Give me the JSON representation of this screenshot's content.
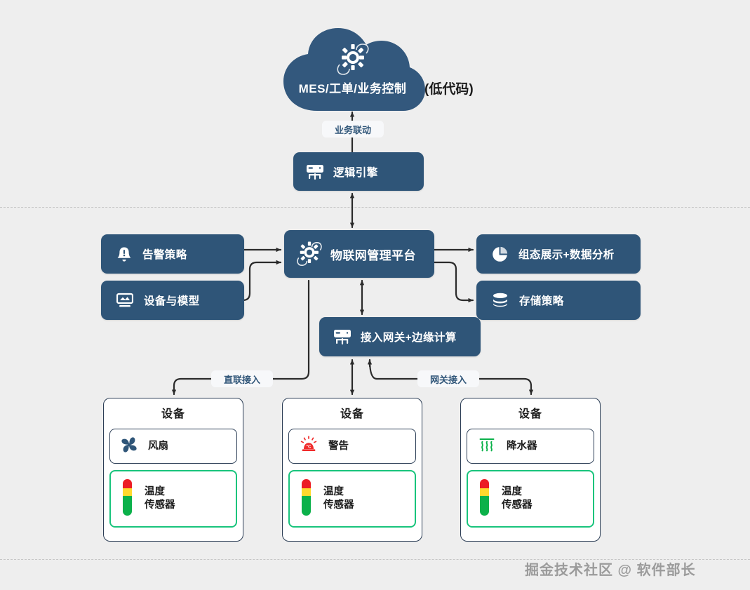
{
  "cloud": {
    "label": "MES/工单/业务控制",
    "badge": "(低代码)",
    "icon": "iot-chip-icon"
  },
  "wire_labels": {
    "business_link": "业务联动",
    "direct_access": "直联接入",
    "gateway_access": "网关接入"
  },
  "nodes": {
    "logic_engine": {
      "label": "逻辑引擎",
      "icon": "gateway-device-icon"
    },
    "platform": {
      "label": "物联网管理平台",
      "icon": "iot-chip-icon"
    },
    "alarm_policy": {
      "label": "告警策略",
      "icon": "bell-icon"
    },
    "device_model": {
      "label": "设备与模型",
      "icon": "device-model-icon"
    },
    "scada": {
      "label": "组态展示+数据分析",
      "icon": "pie-chart-icon"
    },
    "storage": {
      "label": "存储策略",
      "icon": "database-icon"
    },
    "gateway": {
      "label": "接入网关+边缘计算",
      "icon": "gateway-device-icon"
    }
  },
  "devices": [
    {
      "title": "设备",
      "primary": {
        "label": "风扇",
        "icon": "fan-icon"
      },
      "sensor": {
        "line1": "温度",
        "line2": "传感器",
        "icon": "thermometer-icon"
      }
    },
    {
      "title": "设备",
      "primary": {
        "label": "警告",
        "icon": "alarm-siren-icon"
      },
      "sensor": {
        "line1": "温度",
        "line2": "传感器",
        "icon": "thermometer-icon"
      }
    },
    {
      "title": "设备",
      "primary": {
        "label": "降水器",
        "icon": "sprinkler-icon"
      },
      "sensor": {
        "line1": "温度",
        "line2": "传感器",
        "icon": "thermometer-icon"
      }
    }
  ],
  "watermark": "掘金技术社区 @ 软件部长",
  "colors": {
    "background": "#eeeeee",
    "node_blue": "#2f5578",
    "cloud_blue": "#33587d",
    "accent_green": "#18c47c",
    "card_border": "#2b3d55",
    "wire": "#2b2b2b",
    "divider": "#c6c6c6",
    "label_text": "#2f5578"
  }
}
